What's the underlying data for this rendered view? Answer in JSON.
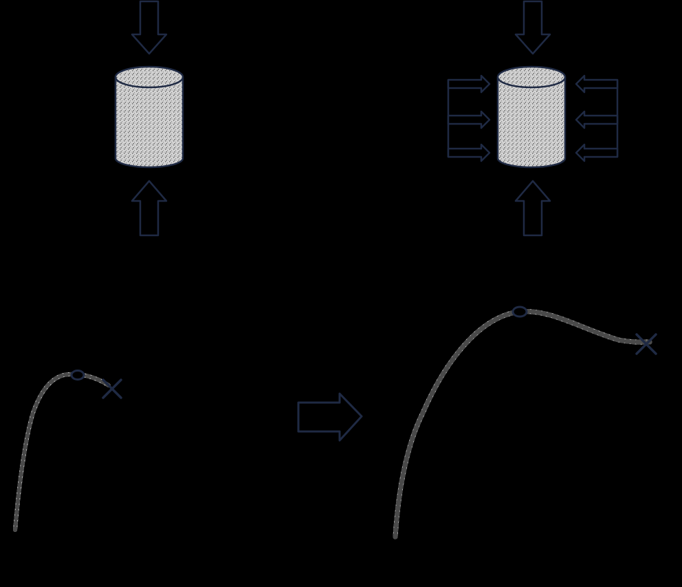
{
  "colors": {
    "background": "#000000",
    "outline": "#1f2a44",
    "arrow_fill": "#000000",
    "specimen_light": "#d9d9d9",
    "specimen_dark": "#5a5a5a",
    "curve_light": "#cfcfcf",
    "curve_dark": "#4a4a4a"
  },
  "panels": [
    {
      "id": "uniaxial",
      "load_arrows": [
        "top",
        "bottom"
      ],
      "confinement_arrows_per_side": 0
    },
    {
      "id": "confined",
      "load_arrows": [
        "top",
        "bottom"
      ],
      "confinement_arrows_per_side": 3
    }
  ],
  "curves": [
    {
      "id": "unconfined-curve",
      "peak_marker": "circle-icon",
      "failure_marker": "cross-icon"
    },
    {
      "id": "confined-curve",
      "peak_marker": "circle-icon",
      "failure_marker": "cross-icon"
    }
  ],
  "transition_arrow": "right-arrow-icon"
}
